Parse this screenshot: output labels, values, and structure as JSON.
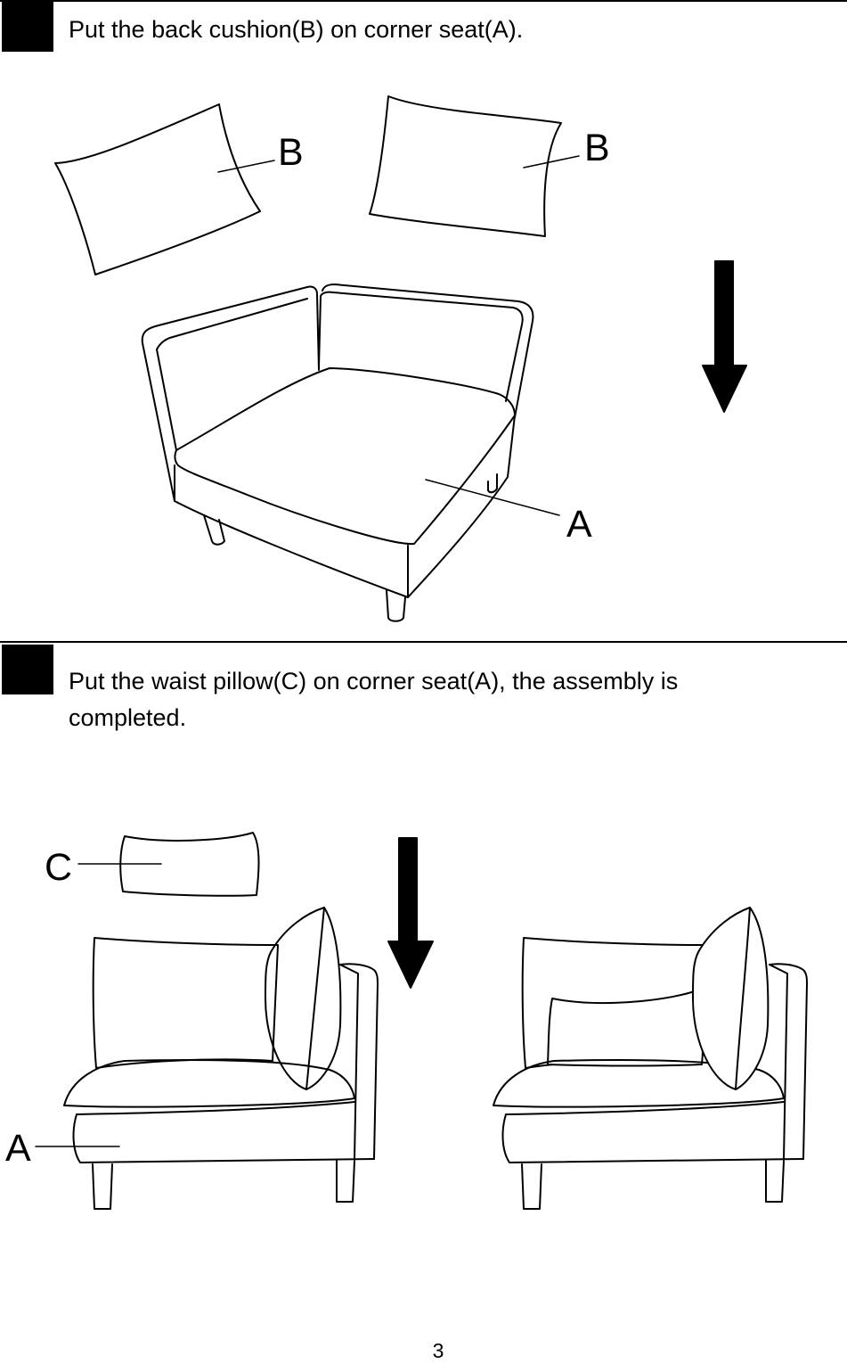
{
  "step1": {
    "instruction": "Put the back cushion(B) on corner seat(A).",
    "labels": {
      "cushion_left": "B",
      "cushion_right": "B",
      "seat": "A"
    }
  },
  "step2": {
    "instruction_line1": "Put the waist pillow(C) on corner seat(A), the assembly is",
    "instruction_line2": "completed.",
    "labels": {
      "pillow": "C",
      "seat": "A"
    }
  },
  "page_number": "3"
}
